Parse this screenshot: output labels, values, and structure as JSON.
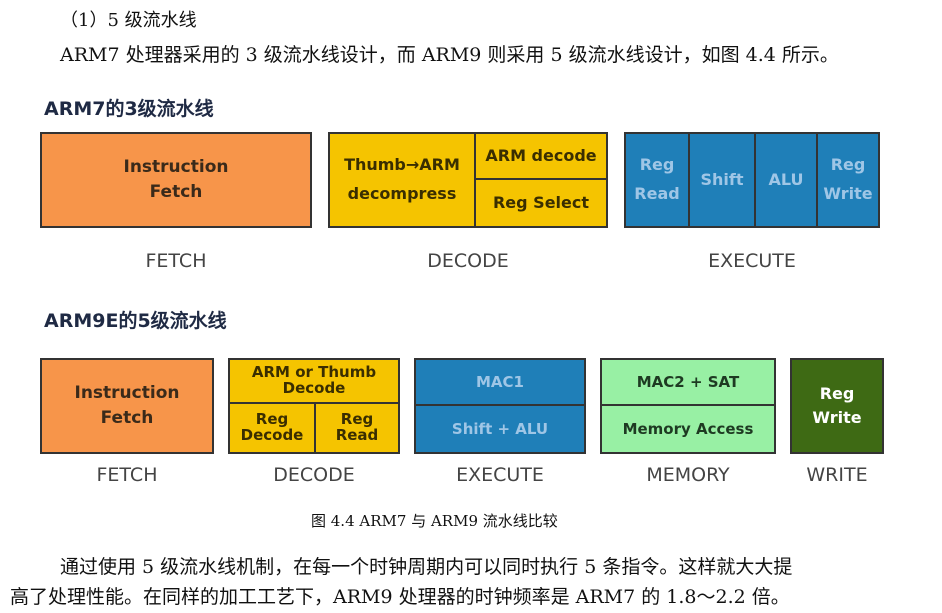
{
  "section_heading": "（1）5 级流水线",
  "paragraph1": "ARM7 处理器采用的 3 级流水线设计，而 ARM9 则采用 5 级流水线设计，如图 4.4 所示。",
  "figure": {
    "arm7_title": "ARM7的3级流水线",
    "arm7": {
      "fetch_box": [
        "Instruction",
        "Fetch"
      ],
      "decode_thumb": [
        "Thumb→ARM",
        "decompress"
      ],
      "decode_arm": "ARM decode",
      "decode_reg": "Reg Select",
      "execute_cells": [
        [
          "Reg",
          "Read"
        ],
        [
          "Shift"
        ],
        [
          "ALU"
        ],
        [
          "Reg",
          "Write"
        ]
      ],
      "stages": [
        "FETCH",
        "DECODE",
        "EXECUTE"
      ]
    },
    "arm9_title": "ARM9E的5级流水线",
    "arm9": {
      "fetch_box": [
        "Instruction",
        "Fetch"
      ],
      "decode_top": [
        "ARM or Thumb",
        "Decode"
      ],
      "decode_left": [
        "Reg",
        "Decode"
      ],
      "decode_right": [
        "Reg",
        "Read"
      ],
      "execute_top": "MAC1",
      "execute_bottom": "Shift + ALU",
      "memory_top": "MAC2 + SAT",
      "memory_bottom": "Memory Access",
      "write_box": [
        "Reg",
        "Write"
      ],
      "stages": [
        "FETCH",
        "DECODE",
        "EXECUTE",
        "MEMORY",
        "WRITE"
      ]
    }
  },
  "caption": "图 4.4    ARM7 与 ARM9 流水线比较",
  "paragraph2_line1": "通过使用 5 级流水线机制，在每一个时钟周期内可以同时执行 5 条指令。这样就大大提",
  "paragraph2_line2": "高了处理性能。在同样的加工工艺下，ARM9 处理器的时钟频率是 ARM7 的 1.8～2.2 倍。",
  "colors": {
    "orange": "#f7954a",
    "yellow": "#f5c400",
    "blue": "#1f7fb8",
    "light_green": "#98f0a4",
    "dark_green": "#3e6a14"
  }
}
